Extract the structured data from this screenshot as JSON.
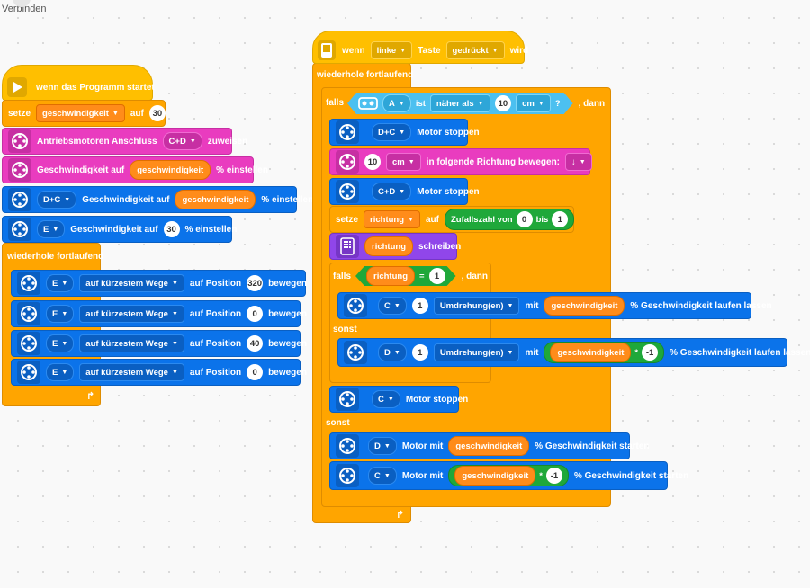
{
  "topbar": {
    "connect_label": "Verbinden"
  },
  "stack1": {
    "hat_label": "wenn das Programm startet",
    "set_speed": {
      "prefix": "setze",
      "var": "geschwindigkeit",
      "mid": "auf",
      "value": "30"
    },
    "drive_motors": {
      "label": "Antriebsmotoren Anschluss",
      "port": "C+D",
      "suffix": "zuweisen"
    },
    "drive_speed": {
      "prefix": "Geschwindigkeit auf",
      "var": "geschwindigkeit",
      "suffix": "% einstellen"
    },
    "dc_speed": {
      "port": "D+C",
      "prefix": "Geschwindigkeit auf",
      "var": "geschwindigkeit",
      "suffix": "% einstellen"
    },
    "e_speed": {
      "port": "E",
      "prefix": "Geschwindigkeit auf",
      "value": "30",
      "suffix": "% einstellen"
    },
    "forever_label": "wiederhole fortlaufend",
    "moves": [
      {
        "port": "E",
        "mode": "auf kürzestem Wege",
        "prefix": "auf Position",
        "value": "320",
        "suffix": "bewegen"
      },
      {
        "port": "E",
        "mode": "auf kürzestem Wege",
        "prefix": "auf Position",
        "value": "0",
        "suffix": "bewegen"
      },
      {
        "port": "E",
        "mode": "auf kürzestem Wege",
        "prefix": "auf Position",
        "value": "40",
        "suffix": "bewegen"
      },
      {
        "port": "E",
        "mode": "auf kürzestem Wege",
        "prefix": "auf Position",
        "value": "0",
        "suffix": "bewegen"
      }
    ]
  },
  "stack2": {
    "hat": {
      "prefix": "wenn",
      "button": "linke",
      "mid": "Taste",
      "state": "gedrückt",
      "suffix": "wird"
    },
    "forever_label": "wiederhole fortlaufend",
    "if1": {
      "label": "falls",
      "sensor_port": "A",
      "is": "ist",
      "compare": "näher als",
      "value": "10",
      "unit": "cm",
      "q": "?",
      "then": ", dann"
    },
    "stop_dc": {
      "port": "D+C",
      "label": "Motor stoppen"
    },
    "move_dir": {
      "value": "10",
      "unit": "cm",
      "label": "in folgende Richtung bewegen:",
      "dir": "↓"
    },
    "stop_cd": {
      "port": "C+D",
      "label": "Motor stoppen"
    },
    "set_dir": {
      "prefix": "setze",
      "var": "richtung",
      "mid": "auf",
      "rand_label": "Zufallszahl von",
      "from": "0",
      "to_label": "bis",
      "to": "1"
    },
    "write": {
      "var": "richtung",
      "label": "schreiben"
    },
    "if2": {
      "label": "falls",
      "var": "richtung",
      "op": "=",
      "value": "1",
      "then": ", dann"
    },
    "run_c": {
      "port": "C",
      "value": "1",
      "unit": "Umdrehung(en)",
      "mid": "mit",
      "var": "geschwindigkeit",
      "suffix": "% Geschwindigkeit laufen lassen"
    },
    "else1": "sonst",
    "run_d": {
      "port": "D",
      "value": "1",
      "unit": "Umdrehung(en)",
      "mid": "mit",
      "var": "geschwindigkeit",
      "op": "*",
      "factor": "-1",
      "suffix": "% Geschwindigkeit laufen lassen"
    },
    "stop_c": {
      "port": "C",
      "label": "Motor stoppen"
    },
    "else2": "sonst",
    "start_d": {
      "port": "D",
      "prefix": "Motor mit",
      "var": "geschwindigkeit",
      "suffix": "% Geschwindigkeit starten"
    },
    "start_c": {
      "port": "C",
      "prefix": "Motor mit",
      "var": "geschwindigkeit",
      "op": "*",
      "factor": "-1",
      "suffix": "% Geschwindigkeit starten"
    }
  },
  "colors": {
    "events": "#ffbf00",
    "control": "#ffa500",
    "motor": "#0b73ea",
    "movement": "#e93cbf",
    "operators": "#1fa83a",
    "sensors": "#4cc0f0",
    "display": "#9046ea",
    "variables": "#ff8c1a"
  },
  "icons": [
    "motor-icon",
    "movement-icon",
    "hub-icon",
    "distance-sensor-icon",
    "display-icon",
    "loop-arrow-icon"
  ]
}
